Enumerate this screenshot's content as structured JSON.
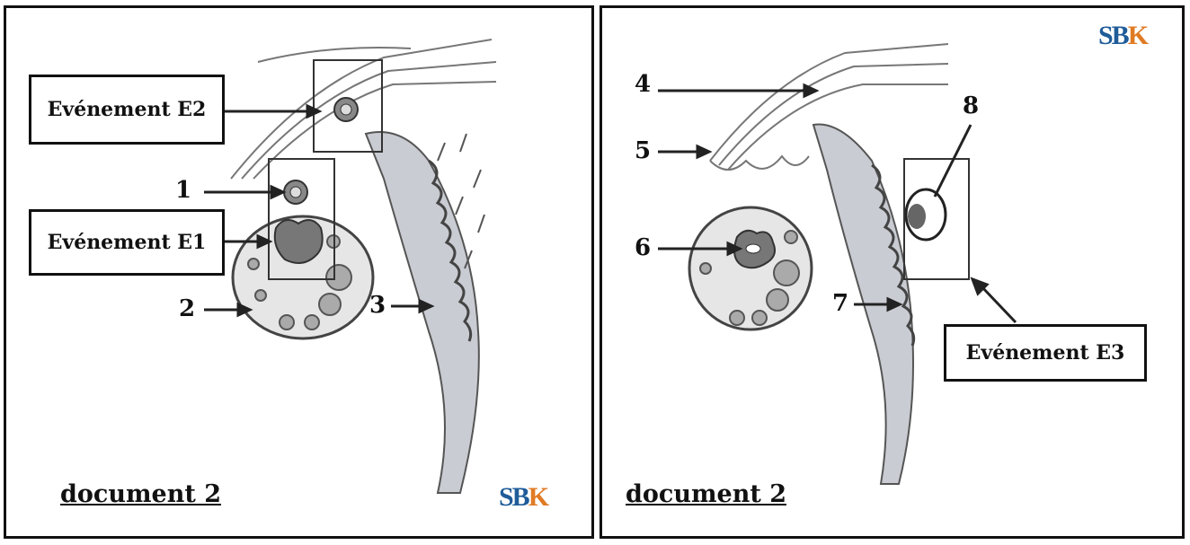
{
  "left": {
    "event_e2": "Evénement E2",
    "event_e1": "Evénement E1",
    "label_1": "1",
    "label_2": "2",
    "label_3": "3",
    "caption": "document 2"
  },
  "right": {
    "label_4": "4",
    "label_5": "5",
    "label_6": "6",
    "label_7": "7",
    "label_8": "8",
    "event_e3": "Evénement E3",
    "caption": "document 2"
  },
  "logo": {
    "s": "SB",
    "k": "K"
  },
  "colors": {
    "tissue": "#c9ccd2",
    "border": "#111111",
    "logo_blue": "#1f5c99",
    "logo_orange": "#e07b24"
  }
}
